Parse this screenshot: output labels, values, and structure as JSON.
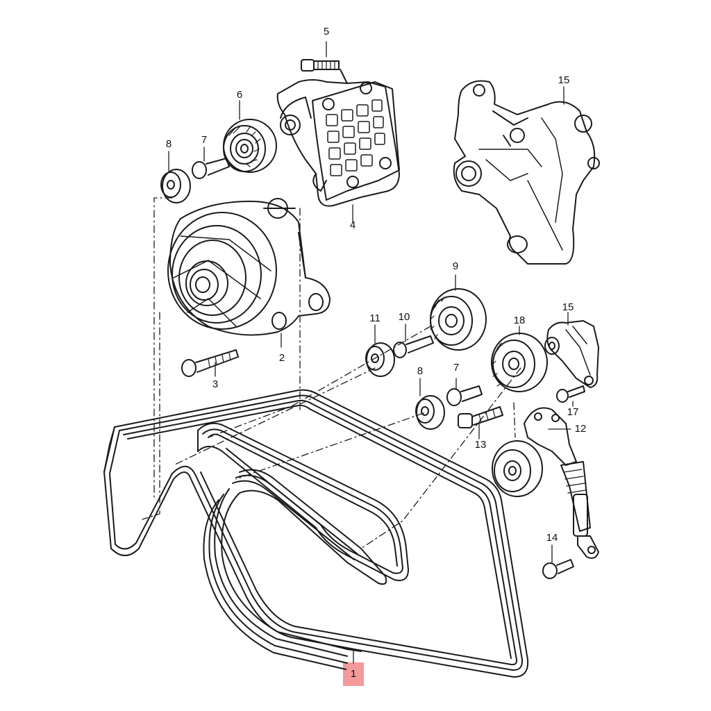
{
  "diagram": {
    "callouts": [
      {
        "id": "1",
        "text": "1",
        "highlighted": true
      },
      {
        "id": "2",
        "text": "2"
      },
      {
        "id": "3",
        "text": "3"
      },
      {
        "id": "4",
        "text": "4"
      },
      {
        "id": "5",
        "text": "5"
      },
      {
        "id": "6",
        "text": "6"
      },
      {
        "id": "7a",
        "text": "7"
      },
      {
        "id": "7b",
        "text": "7"
      },
      {
        "id": "8a",
        "text": "8"
      },
      {
        "id": "8b",
        "text": "8"
      },
      {
        "id": "9",
        "text": "9"
      },
      {
        "id": "10",
        "text": "10"
      },
      {
        "id": "11",
        "text": "11"
      },
      {
        "id": "12",
        "text": "12"
      },
      {
        "id": "13",
        "text": "13"
      },
      {
        "id": "14",
        "text": "14"
      },
      {
        "id": "15a",
        "text": "15"
      },
      {
        "id": "15b",
        "text": "15"
      },
      {
        "id": "17",
        "text": "17"
      },
      {
        "id": "18",
        "text": "18"
      }
    ],
    "colors": {
      "line": "#1a1a1a",
      "highlight": "#f39a9a",
      "background": "#ffffff"
    }
  }
}
